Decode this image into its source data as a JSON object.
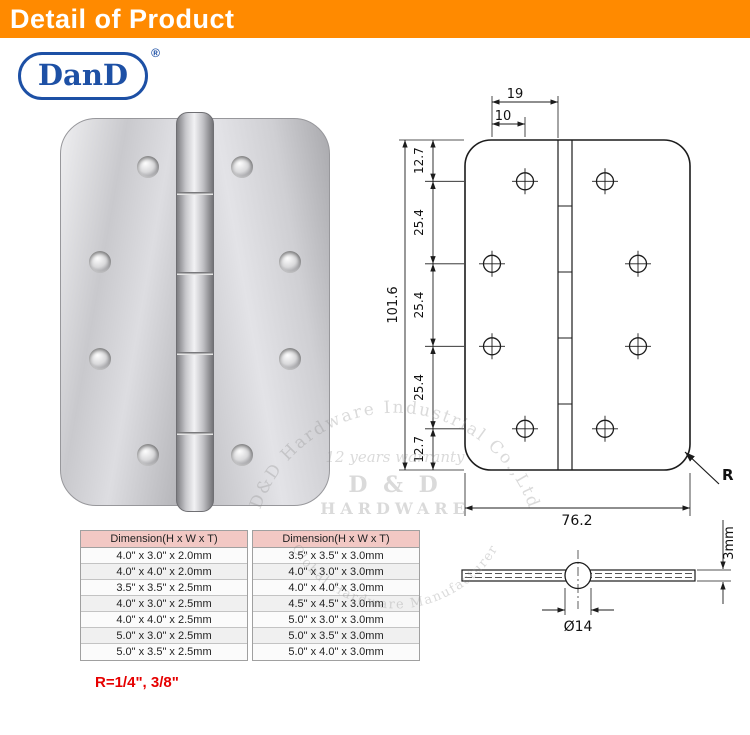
{
  "header": {
    "title": "Detail of Product"
  },
  "logo": {
    "name": "DanD",
    "reg": "®"
  },
  "drawing": {
    "dim_top_19": "19",
    "dim_top_10": "10",
    "dim_left_127_top": "12.7",
    "dim_left_254_1": "25.4",
    "dim_left_254_2": "25.4",
    "dim_left_254_3": "25.4",
    "dim_left_127_bottom": "12.7",
    "dim_left_total": "101.6",
    "dim_bottom_width": "76.2",
    "radius_label": "R",
    "side_view": {
      "diameter": "Ø14",
      "thickness": "3mm"
    }
  },
  "tables": {
    "left": {
      "header": "Dimension(H x W x T)",
      "rows": [
        "4.0\" x 3.0\" x 2.0mm",
        "4.0\" x 4.0\" x 2.0mm",
        "3.5\" x 3.5\" x 2.5mm",
        "4.0\" x 3.0\" x 2.5mm",
        "4.0\" x 4.0\" x 2.5mm",
        "5.0\" x 3.0\" x 2.5mm",
        "5.0\" x 3.5\" x 2.5mm"
      ]
    },
    "right": {
      "header": "Dimension(H x W x T)",
      "rows": [
        "3.5\" x 3.5\" x 3.0mm",
        "4.0\" x 3.0\" x 3.0mm",
        "4.0\" x 4.0\" x 3.0mm",
        "4.5\" x 4.5\" x 3.0mm",
        "5.0\" x 3.0\" x 3.0mm",
        "5.0\" x 3.5\" x 3.0mm",
        "5.0\" x 4.0\" x 3.0mm"
      ]
    }
  },
  "radius_note": "R=1/4\", 3/8\"",
  "watermark": {
    "arc_top": "D&D Hardware Industrial Co.,Ltd",
    "warranty": "12 years warranty",
    "brand_line1": "D & D",
    "brand_line2": "HARDWARE",
    "arc_bottom": "Global Hardware Manufacturer"
  },
  "colors": {
    "accent_orange": "#ff8a00",
    "logo_blue": "#1d50a5",
    "table_header_pink": "#f2c8c4",
    "note_red": "#e60000"
  }
}
